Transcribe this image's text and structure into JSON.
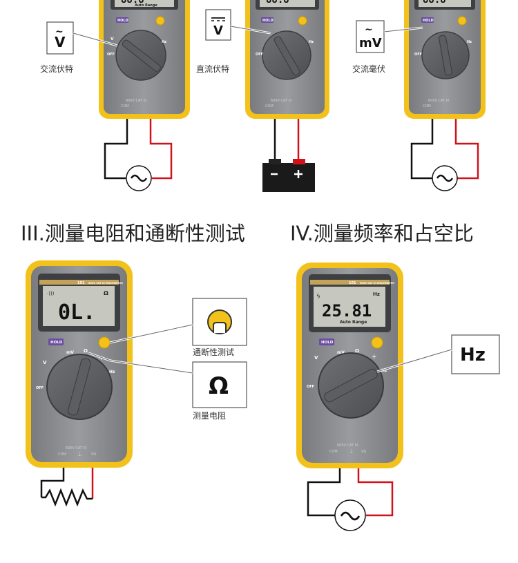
{
  "sections": {
    "resistance_title": "III.测量电阻和通断性测试",
    "frequency_title": "IV.测量频率和占空比"
  },
  "top_row": {
    "ac_volts": {
      "caption": "交流伏特",
      "symbol": "V"
    },
    "dc_volts": {
      "caption": "直流伏特",
      "symbol": "V"
    },
    "ac_millivolts": {
      "caption": "交流毫伏",
      "symbol": "mV"
    }
  },
  "meter": {
    "hold_label": "HOLD",
    "range_label": "Auto Range",
    "model_number": "101",
    "model_text": "600V CAT III MULTIMETER",
    "cat_rating": "600V CAT III",
    "com_label": "COM",
    "off_label": "OFF",
    "mv_label": "mV",
    "ohm_label": "Ω",
    "hz_label": "Hz",
    "v_label": "V",
    "input_label": "VΩ"
  },
  "resistance": {
    "display": "0L.",
    "ohm_indicator": "Ω",
    "callout_continuity_caption": "通断性测试",
    "callout_resistance_caption": "测量电阻",
    "callout_resistance_symbol": "Ω"
  },
  "frequency": {
    "display": "25.81",
    "unit": "Hz",
    "callout_symbol": "Hz"
  },
  "colors": {
    "case_yellow": "#f2c21b",
    "case_gray": "#8e8f92",
    "lcd_green": "#c6c8bf",
    "hold_purple": "#6b4ea0",
    "probe_red": "#d0121b"
  }
}
